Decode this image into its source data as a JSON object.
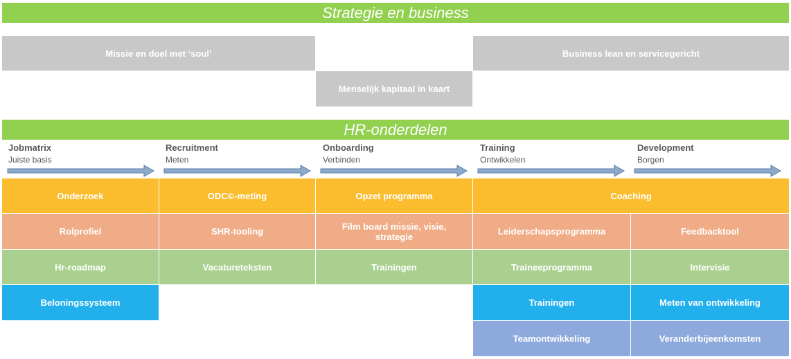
{
  "strategy": {
    "title": "Strategie en business",
    "items": [
      "Missie en doel met ‘soul’",
      "Business lean en servicegericht",
      "Menselijk kapitaal in kaart"
    ]
  },
  "hr": {
    "title": "HR-onderdelen",
    "phases": [
      {
        "title": "Jobmatrix",
        "sub": "Juiste basis"
      },
      {
        "title": "Recruitment",
        "sub": "Meten"
      },
      {
        "title": "Onboarding",
        "sub": "Verbinden"
      },
      {
        "title": "Training",
        "sub": "Ontwikkelen"
      },
      {
        "title": "Development",
        "sub": "Borgen"
      }
    ],
    "rows": {
      "orange": [
        "Onderzoek",
        "ODC©-meting",
        "Opzet programma",
        "Coaching"
      ],
      "salmon": [
        "Rolprofiel",
        "SHR-tooling",
        "Film board missie, visie, strategie",
        "Leiderschapsprogramma",
        "Feedbacktool"
      ],
      "green": [
        "Hr-roadmap",
        "Vacatureteksten",
        "Trainingen",
        "Traineeprogramma",
        "Intervisie"
      ],
      "blue": [
        "Beloningssysteem",
        "Trainingen",
        "Meten van ontwikkeling"
      ],
      "lavender": [
        "Teamontwikkeling",
        "Veranderbijeenkomsten"
      ]
    }
  },
  "colors": {
    "green_band": "#92d050",
    "gray": "#c8c8c8",
    "orange": "#fbbc2d",
    "salmon": "#f0ac86",
    "green_row": "#a9d08e",
    "blue": "#22b0ec",
    "lavender": "#8ea9db",
    "arrow": "#8eaacb"
  }
}
